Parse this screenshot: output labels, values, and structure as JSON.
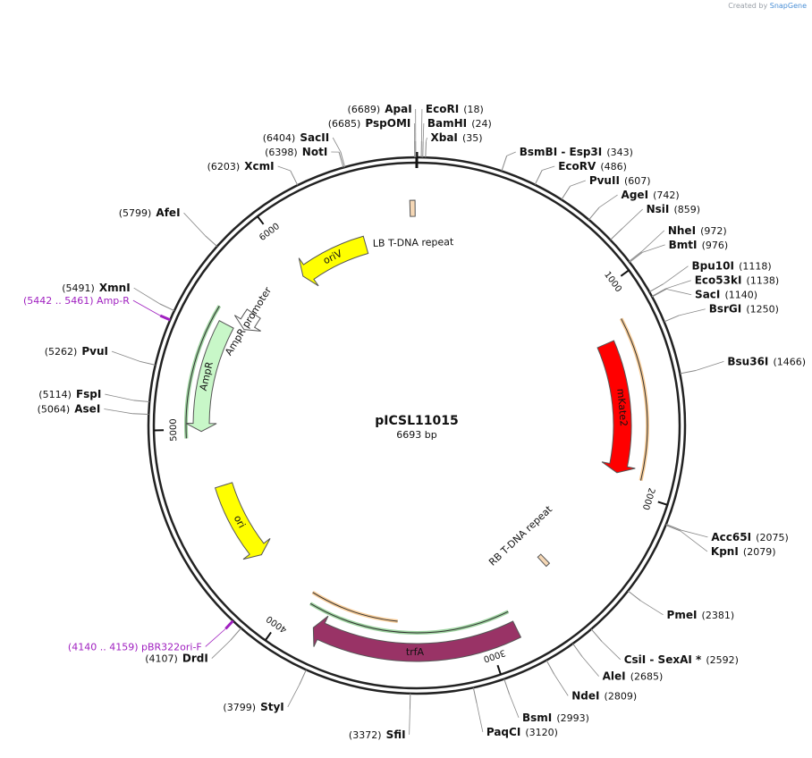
{
  "credit": {
    "prefix": "Created by",
    "brand": "SnapGene"
  },
  "plasmid": {
    "name": "pICSL11015",
    "size": "6693 bp",
    "length": 6693
  },
  "ticks": [
    {
      "pos": 1000,
      "label": "1000"
    },
    {
      "pos": 2000,
      "label": "2000"
    },
    {
      "pos": 3000,
      "label": "3000"
    },
    {
      "pos": 4000,
      "label": "4000"
    },
    {
      "pos": 5000,
      "label": "5000"
    },
    {
      "pos": 6000,
      "label": "6000"
    }
  ],
  "enzymes": [
    {
      "name": "ApaI",
      "pos": "(6689)",
      "bp": 6689,
      "side": "L"
    },
    {
      "name": "PspOMI",
      "pos": "(6685)",
      "bp": 6685,
      "side": "L"
    },
    {
      "name": "SacII",
      "pos": "(6404)",
      "bp": 6404,
      "side": "L"
    },
    {
      "name": "NotI",
      "pos": "(6398)",
      "bp": 6398,
      "side": "L"
    },
    {
      "name": "XcmI",
      "pos": "(6203)",
      "bp": 6203,
      "side": "L"
    },
    {
      "name": "AfeI",
      "pos": "(5799)",
      "bp": 5799,
      "side": "L"
    },
    {
      "name": "XmnI",
      "pos": "(5491)",
      "bp": 5491,
      "side": "L"
    },
    {
      "name": "PvuI",
      "pos": "(5262)",
      "bp": 5262,
      "side": "L"
    },
    {
      "name": "FspI",
      "pos": "(5114)",
      "bp": 5114,
      "side": "L"
    },
    {
      "name": "AseI",
      "pos": "(5064)",
      "bp": 5064,
      "side": "L"
    },
    {
      "name": "DrdI",
      "pos": "(4107)",
      "bp": 4107,
      "side": "L"
    },
    {
      "name": "StyI",
      "pos": "(3799)",
      "bp": 3799,
      "side": "L"
    },
    {
      "name": "SfiI",
      "pos": "(3372)",
      "bp": 3372,
      "side": "L"
    },
    {
      "name": "EcoRI",
      "pos": "(18)",
      "bp": 18,
      "side": "R"
    },
    {
      "name": "BamHI",
      "pos": "(24)",
      "bp": 24,
      "side": "R"
    },
    {
      "name": "XbaI",
      "pos": "(35)",
      "bp": 35,
      "side": "R"
    },
    {
      "name": "BsmBI - Esp3I",
      "pos": "(343)",
      "bp": 343,
      "side": "R"
    },
    {
      "name": "EcoRV",
      "pos": "(486)",
      "bp": 486,
      "side": "R"
    },
    {
      "name": "PvuII",
      "pos": "(607)",
      "bp": 607,
      "side": "R"
    },
    {
      "name": "AgeI",
      "pos": "(742)",
      "bp": 742,
      "side": "R"
    },
    {
      "name": "NsiI",
      "pos": "(859)",
      "bp": 859,
      "side": "R"
    },
    {
      "name": "NheI",
      "pos": "(972)",
      "bp": 972,
      "side": "R"
    },
    {
      "name": "BmtI",
      "pos": "(976)",
      "bp": 976,
      "side": "R"
    },
    {
      "name": "Bpu10I",
      "pos": "(1118)",
      "bp": 1118,
      "side": "R"
    },
    {
      "name": "Eco53kI",
      "pos": "(1138)",
      "bp": 1138,
      "side": "R"
    },
    {
      "name": "SacI",
      "pos": "(1140)",
      "bp": 1140,
      "side": "R"
    },
    {
      "name": "BsrGI",
      "pos": "(1250)",
      "bp": 1250,
      "side": "R"
    },
    {
      "name": "Bsu36I",
      "pos": "(1466)",
      "bp": 1466,
      "side": "R"
    },
    {
      "name": "Acc65I",
      "pos": "(2075)",
      "bp": 2075,
      "side": "R"
    },
    {
      "name": "KpnI",
      "pos": "(2079)",
      "bp": 2079,
      "side": "R"
    },
    {
      "name": "PmeI",
      "pos": "(2381)",
      "bp": 2381,
      "side": "R"
    },
    {
      "name": "CsiI - SexAI *",
      "pos": "(2592)",
      "bp": 2592,
      "side": "R"
    },
    {
      "name": "AleI",
      "pos": "(2685)",
      "bp": 2685,
      "side": "R"
    },
    {
      "name": "NdeI",
      "pos": "(2809)",
      "bp": 2809,
      "side": "R"
    },
    {
      "name": "BsmI",
      "pos": "(2993)",
      "bp": 2993,
      "side": "R"
    },
    {
      "name": "PaqCI",
      "pos": "(3120)",
      "bp": 3120,
      "side": "R"
    }
  ],
  "primers": [
    {
      "label": "(5442 .. 5461)  Amp-R",
      "mid": 5451
    },
    {
      "label": "(4140 .. 4159)  pBR322ori-F",
      "mid": 4150
    }
  ],
  "features": [
    {
      "name": "oriV",
      "start": 6000,
      "end": 6400,
      "dir": "ccw",
      "color": "#ffff00"
    },
    {
      "name": "LB T-DNA repeat",
      "start": 6660,
      "end": 6685,
      "dir": "none",
      "color": "#f5d7b5"
    },
    {
      "name": "AmpR promoter",
      "start": 5560,
      "end": 5660,
      "dir": "ccw",
      "color": "#ffffff"
    },
    {
      "name": "AmpR",
      "start": 4990,
      "end": 5540,
      "dir": "ccw",
      "color": "#c8f7c8"
    },
    {
      "name": "ori",
      "start": 4280,
      "end": 4700,
      "dir": "ccw",
      "color": "#ffff00"
    },
    {
      "name": "trfA",
      "start": 2860,
      "end": 3850,
      "dir": "cw",
      "color": "#993366"
    },
    {
      "name": "RB T-DNA repeat",
      "start": 2530,
      "end": 2555,
      "dir": "none",
      "color": "#f5d7b5"
    },
    {
      "name": "mKate2",
      "start": 1240,
      "end": 1920,
      "dir": "cw",
      "color": "#ff0000"
    }
  ],
  "orfs": [
    {
      "start": 1160,
      "end": 1930,
      "dir": "cw",
      "color": "#f0a040"
    },
    {
      "start": 2860,
      "end": 3920,
      "dir": "cw",
      "color": "#4caf50"
    },
    {
      "start": 3450,
      "end": 3940,
      "dir": "ccw",
      "color": "#f0a040"
    },
    {
      "start": 4960,
      "end": 5600,
      "dir": "ccw",
      "color": "#4caf50"
    }
  ]
}
